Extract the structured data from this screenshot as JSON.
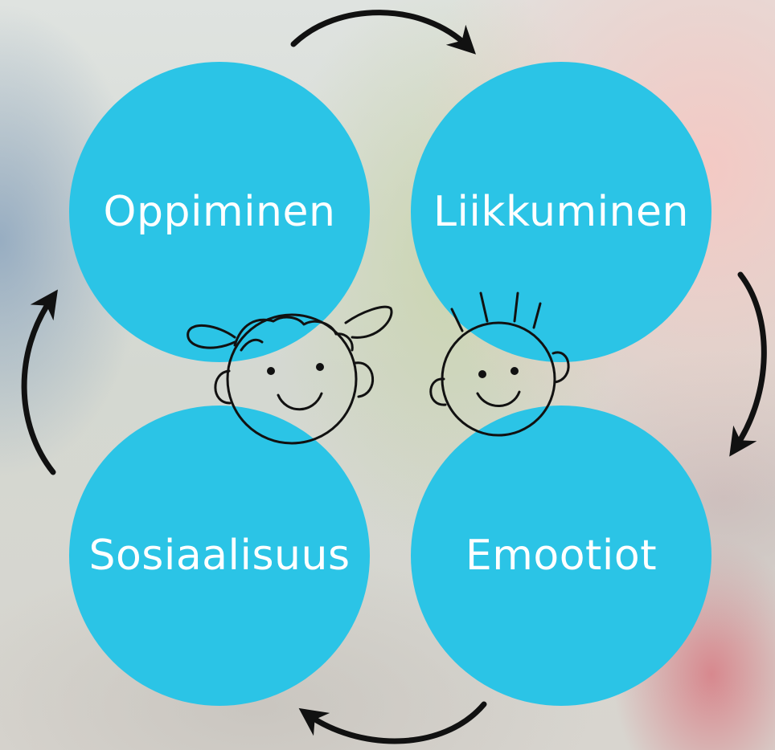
{
  "circles": [
    {
      "label": "Oppiminen"
    },
    {
      "label": "Liikkuminen"
    },
    {
      "label": "Sosiaalisuus"
    },
    {
      "label": "Emootiot"
    }
  ],
  "colors": {
    "circle_fill": "#2bc4e6",
    "label_text": "#ffffff",
    "line_art": "#111111"
  },
  "icons": [
    "cycle-arrow-icon",
    "girl-face-icon",
    "boy-face-icon"
  ]
}
